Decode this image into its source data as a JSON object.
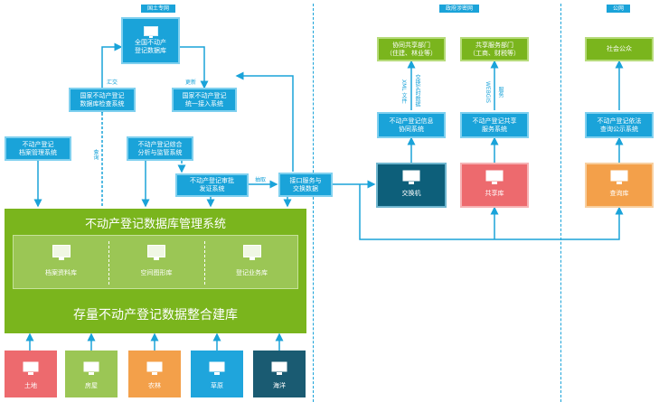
{
  "zones": {
    "land_network": "国土专网",
    "gov_network": "政府涉密网",
    "public_network": "公网"
  },
  "nodes": {
    "national_db": [
      "全国不动产",
      "登记数据库"
    ],
    "national_check": [
      "国家不动产登记",
      "数据库检查系统"
    ],
    "national_access": [
      "国家不动产登记",
      "统一接入系统"
    ],
    "archive_mgmt": [
      "不动产登记",
      "档案管理系统"
    ],
    "analysis": [
      "不动产登记综合",
      "分析与监管系统"
    ],
    "approval": [
      "不动产登记审批",
      "发证系统"
    ],
    "interface": [
      "接口服务与",
      "交换数据"
    ],
    "coop_info": [
      "不动产登记信息",
      "协同系统"
    ],
    "share_service": [
      "不动产登记共享",
      "服务系统"
    ],
    "public_query": [
      "不动产登记依法",
      "查询公示系统"
    ],
    "coop_depts": [
      "协同共享部门",
      "（住建、林业等）"
    ],
    "share_depts": [
      "共享服务部门",
      "（工商、财税等）"
    ],
    "public": "社会公众",
    "exchange_machine": "交换机",
    "share_db": "共享库",
    "query_db": "查询库"
  },
  "edge_labels": {
    "summary": "汇交",
    "update": "更新",
    "extract": "抽取",
    "inquiry": "查询",
    "xml": [
      "XML 文件",
      "交换实时数据"
    ],
    "webgis": [
      "WEBGIS",
      "服务"
    ]
  },
  "central": {
    "title": "不动产登记数据库管理系统",
    "subs": [
      "档案资料库",
      "空间图形库",
      "登记业务库"
    ],
    "footer": "存量不动产登记数据整合建库"
  },
  "sources": [
    {
      "label": "土地",
      "color": "#ed6a6e"
    },
    {
      "label": "房屋",
      "color": "#9bc655"
    },
    {
      "label": "农林",
      "color": "#f3a04a"
    },
    {
      "label": "草原",
      "color": "#1fa5dc"
    },
    {
      "label": "海洋",
      "color": "#1a5b72"
    }
  ],
  "colors": {
    "cyan": "#1aa3d9",
    "green": "#7ab51d",
    "green_light": "#9bc655",
    "navy": "#0d5f7a",
    "red": "#ed6a6e",
    "orange": "#f3a04a"
  }
}
